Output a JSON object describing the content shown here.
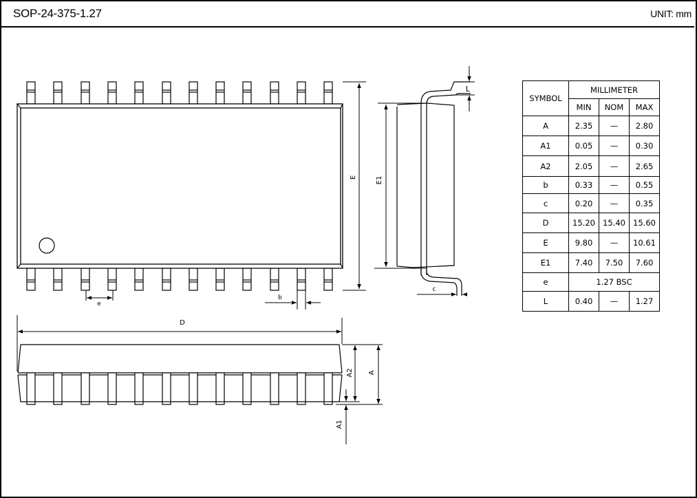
{
  "header": {
    "title": "SOP-24-375-1.27",
    "unit": "UNIT: mm"
  },
  "drawing": {
    "top_view": {
      "pin_count_per_side": 12,
      "dimension_labels": {
        "E": "E",
        "e": "e",
        "b": "b"
      }
    },
    "side_view": {
      "dimension_labels": {
        "E1": "E1",
        "L": "L",
        "c": "c"
      }
    },
    "front_view": {
      "dimension_labels": {
        "D": "D",
        "A": "A",
        "A1": "A1",
        "A2": "A2"
      }
    }
  },
  "table": {
    "symbol_header": "SYMBOL",
    "unit_header": "MILLIMETER",
    "col_headers": [
      "MIN",
      "NOM",
      "MAX"
    ],
    "rows": [
      {
        "symbol": "A",
        "min": "2.35",
        "nom": "—",
        "max": "2.80"
      },
      {
        "symbol": "A1",
        "min": "0.05",
        "nom": "—",
        "max": "0.30"
      },
      {
        "symbol": "A2",
        "min": "2.05",
        "nom": "—",
        "max": "2.65"
      },
      {
        "symbol": "b",
        "min": "0.33",
        "nom": "—",
        "max": "0.55"
      },
      {
        "symbol": "c",
        "min": "0.20",
        "nom": "—",
        "max": "0.35"
      },
      {
        "symbol": "D",
        "min": "15.20",
        "nom": "15.40",
        "max": "15.60"
      },
      {
        "symbol": "E",
        "min": "9.80",
        "nom": "—",
        "max": "10.61"
      },
      {
        "symbol": "E1",
        "min": "7.40",
        "nom": "7.50",
        "max": "7.60"
      },
      {
        "symbol": "e",
        "span": "1.27 BSC"
      },
      {
        "symbol": "L",
        "min": "0.40",
        "nom": "—",
        "max": "1.27"
      }
    ]
  }
}
